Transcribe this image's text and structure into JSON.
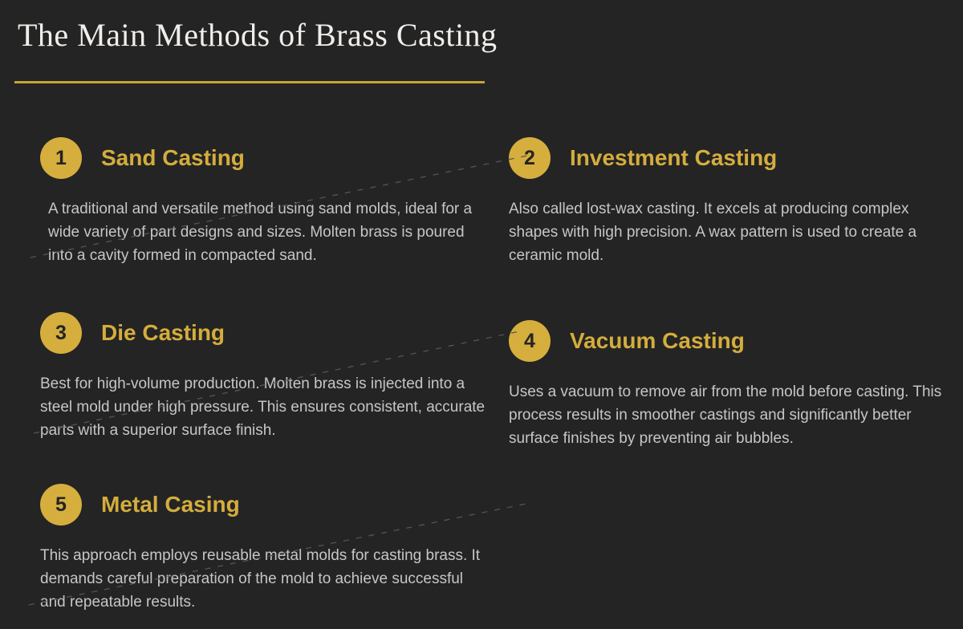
{
  "page": {
    "title": "The Main Methods of Brass Casting",
    "background_color": "#242424",
    "accent_gold": "#d4ad3c",
    "divider_color": "#c7a338",
    "body_text_color": "#c6c6c6",
    "connector_line_color": "#555555"
  },
  "sections": [
    {
      "number": "1",
      "title": "Sand Casting",
      "description": "A traditional and versatile method using sand molds, ideal for a wide variety of part designs and sizes. Molten brass is poured into a cavity formed in compacted sand."
    },
    {
      "number": "2",
      "title": "Investment Casting",
      "description": "Also called lost-wax casting. It excels at producing complex shapes with high precision. A wax pattern is used to create a ceramic mold."
    },
    {
      "number": "3",
      "title": "Die Casting",
      "description": "Best for high-volume production. Molten brass is injected into a steel mold under high pressure. This ensures consistent, accurate parts with a superior surface finish."
    },
    {
      "number": "4",
      "title": "Vacuum Casting",
      "description": "Uses a vacuum to remove air from the mold before casting. This process results in smoother castings and significantly better surface finishes by preventing air bubbles."
    },
    {
      "number": "5",
      "title": "Metal Casing",
      "description": "This approach employs reusable metal molds for casting brass. It demands careful preparation of the mold to achieve successful and repeatable results."
    }
  ]
}
